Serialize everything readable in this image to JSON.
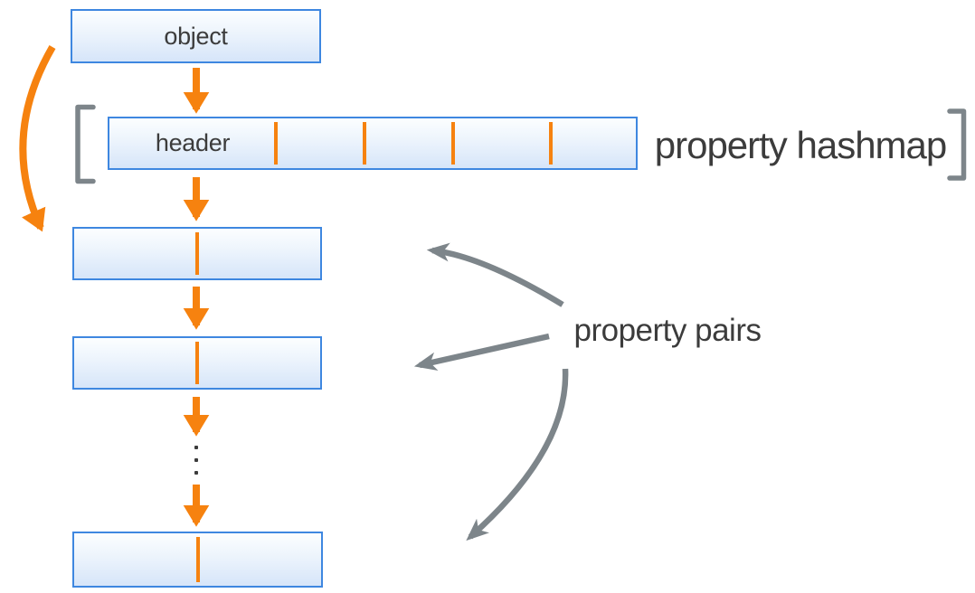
{
  "labels": {
    "object": "object",
    "header": "header",
    "property_hashmap": "property hashmap",
    "property_pairs": "property pairs"
  },
  "structure": {
    "hashmap_slot_dividers": 4,
    "property_pair_boxes_shown": 3,
    "ellipsis_dots": 3
  },
  "colors": {
    "accent-orange": "#f6820f",
    "box-border": "#3e87e0",
    "box-fill-top": "#fcfeff",
    "box-fill-mid": "#ebf3fc",
    "box-fill-bottom": "#d6e5f9",
    "arrow-gray": "#7d858a",
    "text": "#3c3c3c",
    "background": "#ffffff"
  }
}
